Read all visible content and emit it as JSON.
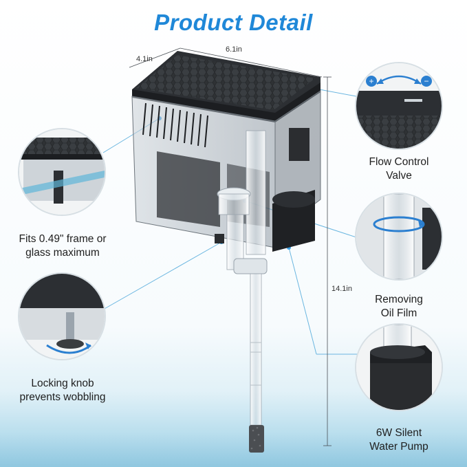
{
  "title": "Product Detail",
  "colors": {
    "title": "#1f88d8",
    "leader": "#6ab6e0",
    "body": "#2c2f33",
    "tank": "#9aa4ad"
  },
  "dimensions": {
    "depth": "4.1in",
    "width": "6.1in",
    "height": "14.1in"
  },
  "callouts": {
    "frame": "Fits 0.49\" frame or glass maximum",
    "knob": "Locking knob prevents wobbling",
    "flow": "Flow Control Valve",
    "oil": "Removing Oil Film",
    "pump": "6W Silent Water Pump"
  },
  "flow_control_symbols": {
    "plus": "+",
    "minus": "−"
  }
}
